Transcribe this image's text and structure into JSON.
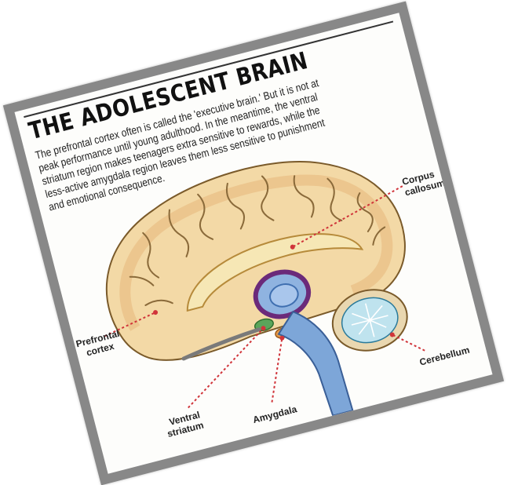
{
  "title": "THE ADOLESCENT BRAIN",
  "body_lines": [
    "The prefrontal cortex often is called the 'executive brain.' But it is not at",
    "peak performance until young adulthood. In the meantime, the ventral",
    "striatum region makes teenagers extra sensitive to rewards, while the",
    "less-active amygdala region leaves them less sensitive to punishment",
    "and emotional consequence."
  ],
  "labels": {
    "corpus_callosum_1": "Corpus",
    "corpus_callosum_2": "callosum",
    "prefrontal_cortex_1": "Prefrontal",
    "prefrontal_cortex_2": "cortex",
    "cerebellum": "Cerebellum",
    "ventral_striatum_1": "Ventral",
    "ventral_striatum_2": "striatum",
    "amygdala": "Amygdala"
  },
  "colors": {
    "cortex": "#f3d9a6",
    "cortex_shade": "#e8b97e",
    "sulci": "#8a6a3a",
    "brainstem": "#7da6d8",
    "corpus_callosum": "#f6e7b5",
    "cerebellum": "#bfe3ee",
    "pointer": "#d0343a",
    "frame": "#888888"
  }
}
